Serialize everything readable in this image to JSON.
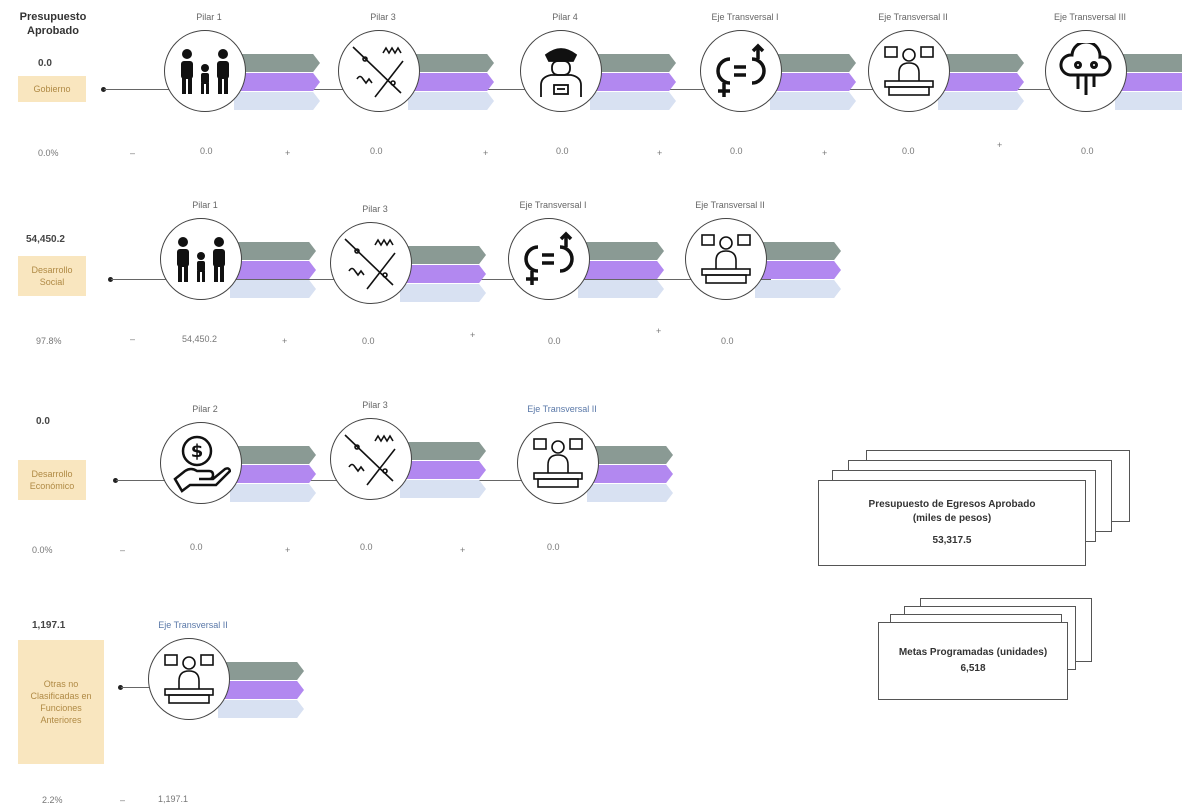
{
  "header": {
    "title": "Presupuesto\nAprobado"
  },
  "rows": [
    {
      "amount": "0.0",
      "box_label": "Gobierno",
      "percent": "0.0%",
      "nodes": [
        {
          "label": "Pilar 1",
          "icon": "family-icon",
          "value": "0.0"
        },
        {
          "label": "Pilar 3",
          "icon": "territory-icon",
          "value": "0.0"
        },
        {
          "label": "Pilar 4",
          "icon": "police-icon",
          "value": "0.0"
        },
        {
          "label": "Eje Transversal I",
          "icon": "gender-equality-icon",
          "value": "0.0"
        },
        {
          "label": "Eje Transversal II",
          "icon": "government-meeting-icon",
          "value": "0.0"
        },
        {
          "label": "Eje Transversal III",
          "icon": "cloud-network-icon",
          "value": "0.0"
        }
      ]
    },
    {
      "amount": "54,450.2",
      "box_label": "Desarrollo\nSocial",
      "percent": "97.8%",
      "nodes": [
        {
          "label": "Pilar 1",
          "icon": "family-icon",
          "value": "54,450.2"
        },
        {
          "label": "Pilar 3",
          "icon": "territory-icon",
          "value": "0.0"
        },
        {
          "label": "Eje Transversal I",
          "icon": "gender-equality-icon",
          "value": "0.0"
        },
        {
          "label": "Eje Transversal II",
          "icon": "government-meeting-icon",
          "value": "0.0"
        }
      ]
    },
    {
      "amount": "0.0",
      "box_label": "Desarrollo\nEconómico",
      "percent": "0.0%",
      "nodes": [
        {
          "label": "Pilar 2",
          "icon": "money-hand-icon",
          "value": "0.0"
        },
        {
          "label": "Pilar 3",
          "icon": "territory-icon",
          "value": "0.0"
        },
        {
          "label": "Eje Transversal II",
          "icon": "government-meeting-icon",
          "value": "0.0"
        }
      ]
    },
    {
      "amount": "1,197.1",
      "box_label": "Otras no\nClasificadas en\nFunciones\nAnteriores",
      "percent": "2.2%",
      "nodes": [
        {
          "label": "Eje Transversal II",
          "icon": "government-meeting-icon",
          "value": "1,197.1"
        }
      ]
    }
  ],
  "summary": {
    "budget_title": "Presupuesto de Egresos Aprobado\n(miles de pesos)",
    "budget_value": "53,317.5",
    "goals_title": "Metas Programadas (unidades)",
    "goals_value": "6,518"
  },
  "colors": {
    "ribbon_top": "#8a9a94",
    "ribbon_mid": "#b288f0",
    "ribbon_bot": "#d8e1f2",
    "box": "#f9e6bf"
  }
}
